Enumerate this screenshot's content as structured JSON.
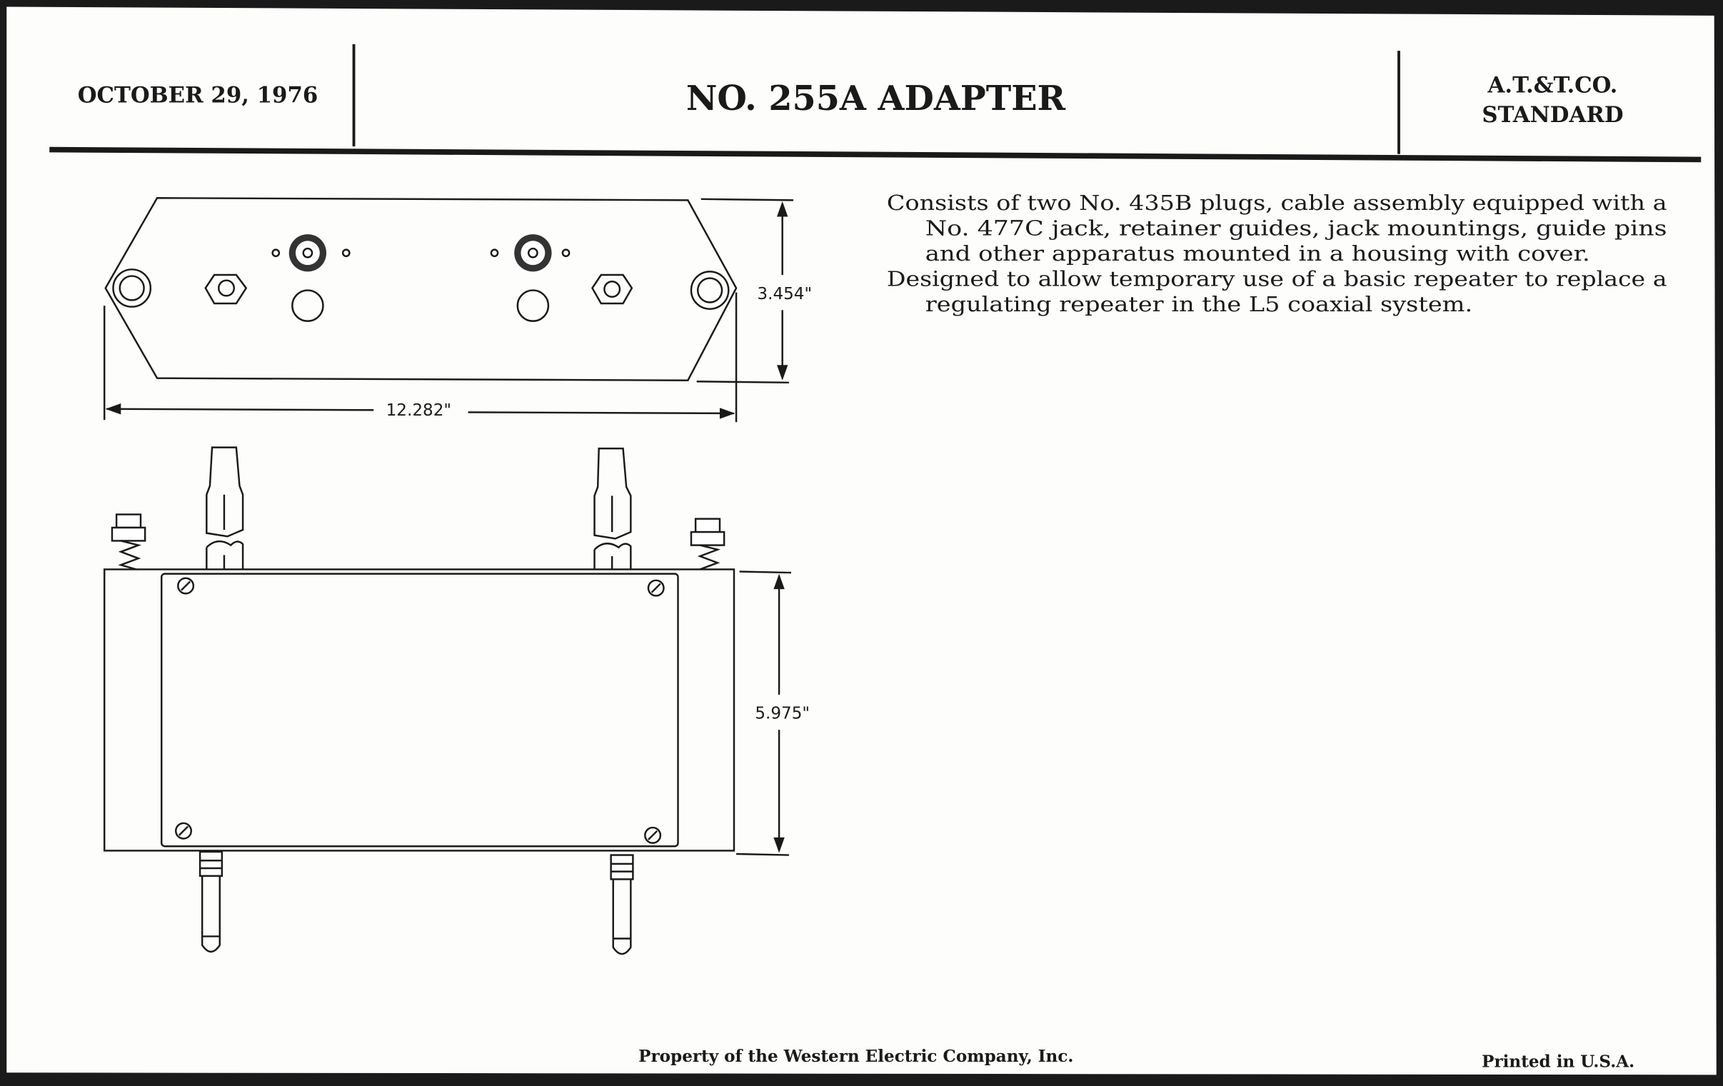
{
  "header": {
    "date": "OCTOBER 29, 1976",
    "title": "NO. 255A ADAPTER",
    "standard_line1": "A.T.&T.CO.",
    "standard_line2": "STANDARD"
  },
  "description": {
    "paragraph1_lines": [
      "Consists of two No. 435B plugs, cable assembly equipped with a",
      "No. 477C jack, retainer guides, jack mountings, guide pins",
      "and other apparatus mounted in a housing with cover."
    ],
    "paragraph2_lines": [
      "Designed to allow temporary use of a basic repeater to replace a",
      "regulating repeater in the L5 coaxial system."
    ]
  },
  "drawing": {
    "top_view_height": "3.454\"",
    "width": "12.282\"",
    "front_view_height": "5.975\""
  },
  "footer": {
    "property": "Property of the Western Electric Company, Inc.",
    "printed": "Printed in U.S.A."
  }
}
